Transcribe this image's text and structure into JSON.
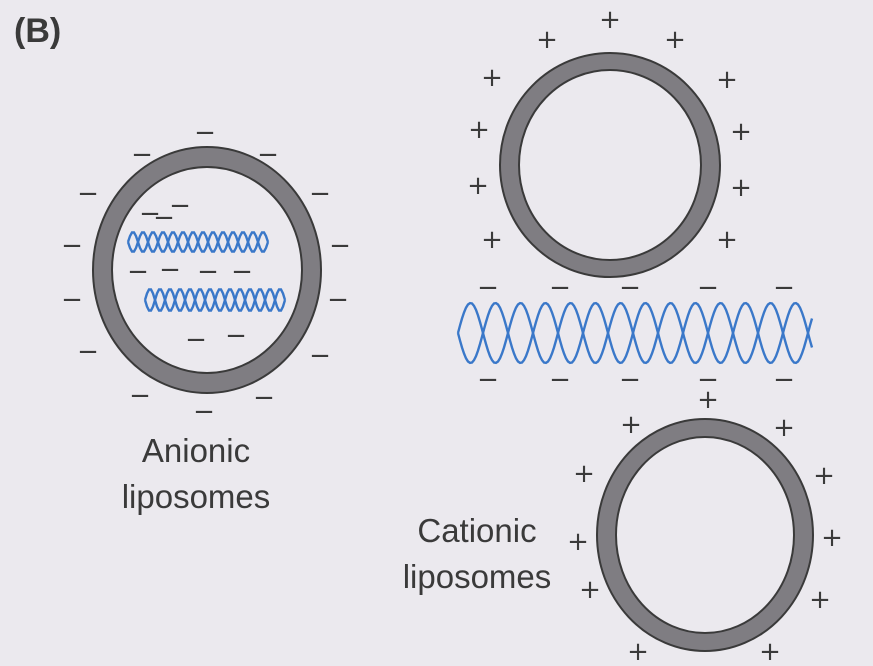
{
  "panel_label": "(B)",
  "anionic": {
    "caption_line1": "Anionic",
    "caption_line2": "liposomes",
    "charge_symbol": "−"
  },
  "cationic": {
    "caption_line1": "Cationic",
    "caption_line2": "liposomes",
    "charge_symbol": "+"
  },
  "dna": {
    "charge_symbol": "−"
  },
  "colors": {
    "background": "#ebe9ee",
    "dna_strand": "#3a78c9",
    "membrane": "#7f7d82",
    "text": "#3a3a3a"
  }
}
